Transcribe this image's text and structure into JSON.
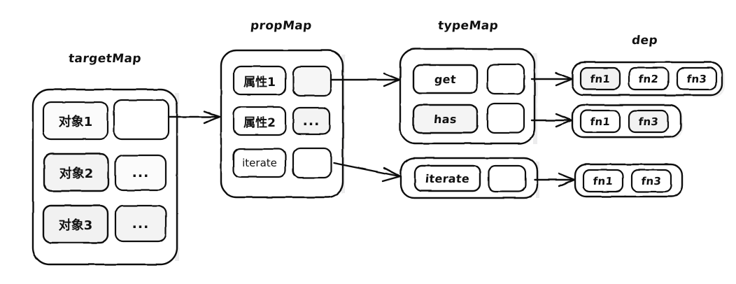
{
  "diagram": {
    "title_labels": {
      "targetMap": "targetMap",
      "propMap": "propMap",
      "typeMap": "typeMap",
      "dep": "dep"
    },
    "ellipsis": "...",
    "targetMap": {
      "label": "targetMap",
      "rows": [
        {
          "key": "对象1",
          "value": ""
        },
        {
          "key": "对象2",
          "value": "..."
        },
        {
          "key": "对象3",
          "value": "..."
        }
      ]
    },
    "propMap": {
      "label": "propMap",
      "rows": [
        {
          "key": "属性1",
          "value": ""
        },
        {
          "key": "属性2",
          "value": "..."
        },
        {
          "key": "iterate",
          "value": ""
        }
      ]
    },
    "typeMap": {
      "label": "typeMap",
      "group_a": {
        "rows": [
          {
            "key": "get",
            "value": ""
          },
          {
            "key": "has",
            "value": ""
          }
        ]
      },
      "group_b": {
        "rows": [
          {
            "key": "iterate",
            "value": ""
          }
        ]
      }
    },
    "dep": {
      "label": "dep",
      "sets": [
        {
          "fns": [
            "fn1",
            "fn2",
            "fn3"
          ]
        },
        {
          "fns": [
            "fn1",
            "fn3"
          ]
        },
        {
          "fns": [
            "fn1",
            "fn3"
          ]
        }
      ]
    },
    "colors": {
      "stroke": "#111111",
      "background": "#ffffff",
      "node_fill": "#ffffff",
      "shadow": "#eceded"
    }
  }
}
